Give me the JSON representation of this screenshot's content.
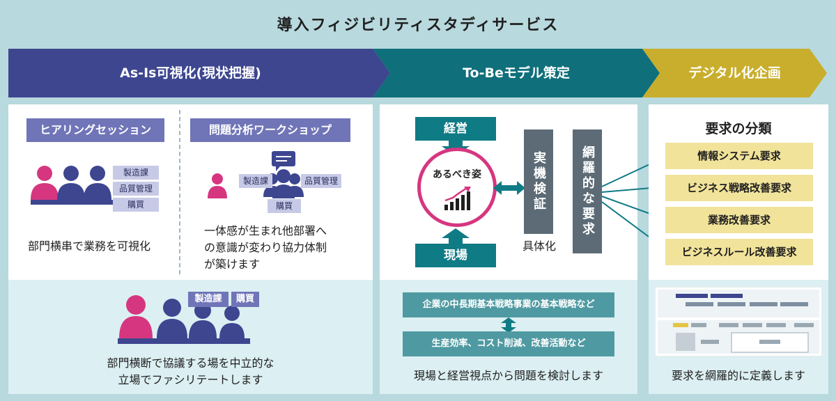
{
  "title": "導入フィジビリティスタディサービス",
  "phases": [
    {
      "label": "As-Is可視化(現状把握)",
      "color": "#3d468f"
    },
    {
      "label": "To-Beモデル策定",
      "color": "#0f6f7a"
    },
    {
      "label": "デジタル化企画",
      "color": "#c8ae2c"
    }
  ],
  "asis": {
    "hearing_label": "ヒアリングセッション",
    "workshop_label": "問題分析ワークショップ",
    "hearing_depts": [
      "製造課",
      "品質管理",
      "購買"
    ],
    "workshop_depts": [
      "製造課",
      "品質管理",
      "購買"
    ],
    "hearing_text": "部門横串で業務を可視化",
    "workshop_text": [
      "一体感が生まれ他部署へ",
      "の意識が変わり協力体制",
      "が築けます"
    ],
    "bottom_depts": [
      "製造課",
      "購買"
    ],
    "bottom_text": [
      "部門横断で協議する場を中立的な",
      "立場でファシリテートします"
    ]
  },
  "tobe": {
    "management": "経営",
    "field": "現場",
    "ideal": "あるべき姿",
    "verification": "実機検証",
    "concretize": "具体化",
    "requirements": "網羅的な要求",
    "strategy_box": "企業の中長期基本戦略事業の基本戦略など",
    "improvement_box": "生産効率、コスト削減、改善活動など",
    "bottom_text": "現場と経営視点から問題を検討します"
  },
  "digital": {
    "classification_title": "要求の分類",
    "requirements": [
      "情報システム要求",
      "ビジネス戦略改善要求",
      "業務改善要求",
      "ビジネスルール改善要求"
    ],
    "bottom_text": "要求を網羅的に定義します"
  },
  "colors": {
    "background": "#b8d9de",
    "people_pink": "#d6367f",
    "people_blue": "#3d468f",
    "teal": "#0f7b85",
    "gray": "#5c6b76",
    "yellow": "#f1e39a"
  }
}
